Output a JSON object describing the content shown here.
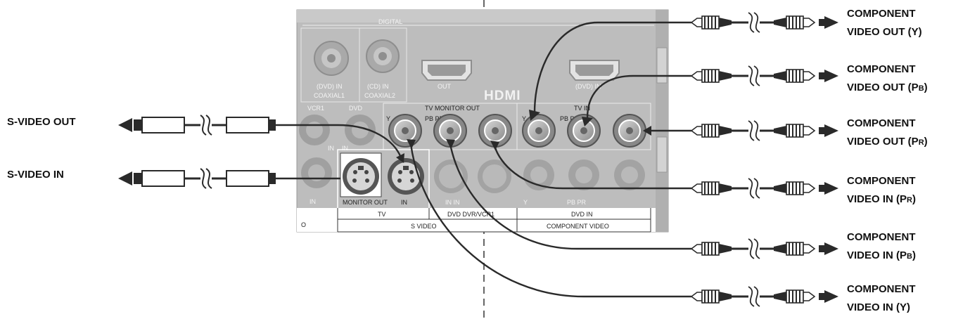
{
  "panel": {
    "digital": "DIGITAL",
    "dvd_in": "(DVD) IN",
    "coaxial1": "COAXIAL1",
    "cd_in": "(CD) IN",
    "coaxial2": "COAXIAL2",
    "hdmi_out": "OUT",
    "hdmi_logo": "HDMI",
    "hdmi_dvd_in": "(DVD) IN",
    "vcr1": "VCR1",
    "dvd": "DVD",
    "in_left": "IN",
    "in_left2": "IN",
    "tv_monitor_out": "TV MONITOR OUT",
    "tv_in": "TV IN",
    "y_out": "Y",
    "pbpr_out": "PB PR",
    "y_in": "Y",
    "pbpr_in": "PB PR",
    "in_bottom": "IN",
    "monitor_out": "MONITOR OUT",
    "s_in": "IN",
    "in_in": "IN IN",
    "y_dvd": "Y",
    "pbpr_dvd": "PB PR",
    "tv": "TV",
    "dvd_dvr_vcr": "DVD DVR/VCR1",
    "dvd_in_bottom": "DVD IN",
    "s_video": "S VIDEO",
    "component_video": "COMPONENT VIDEO",
    "o": "O"
  },
  "left_labels": {
    "s_video_out": "S-VIDEO OUT",
    "s_video_in": "S-VIDEO IN"
  },
  "right_labels": [
    {
      "line1": "COMPONENT",
      "line2_main": "VIDEO OUT (Y)",
      "line2_a": "",
      "line2_sub": "",
      "line2_b": ""
    },
    {
      "line1": "COMPONENT",
      "line2_main": "",
      "line2_a": "VIDEO OUT (P",
      "line2_sub": "B",
      "line2_b": ")"
    },
    {
      "line1": "COMPONENT",
      "line2_main": "",
      "line2_a": "VIDEO OUT (P",
      "line2_sub": "R",
      "line2_b": ")"
    },
    {
      "line1": "COMPONENT",
      "line2_main": "",
      "line2_a": "VIDEO IN (P",
      "line2_sub": "R",
      "line2_b": ")"
    },
    {
      "line1": "COMPONENT",
      "line2_main": "",
      "line2_a": "VIDEO IN (P",
      "line2_sub": "B",
      "line2_b": ")"
    },
    {
      "line1": "COMPONENT",
      "line2_main": "VIDEO IN (Y)",
      "line2_a": "",
      "line2_sub": "",
      "line2_b": ""
    }
  ]
}
